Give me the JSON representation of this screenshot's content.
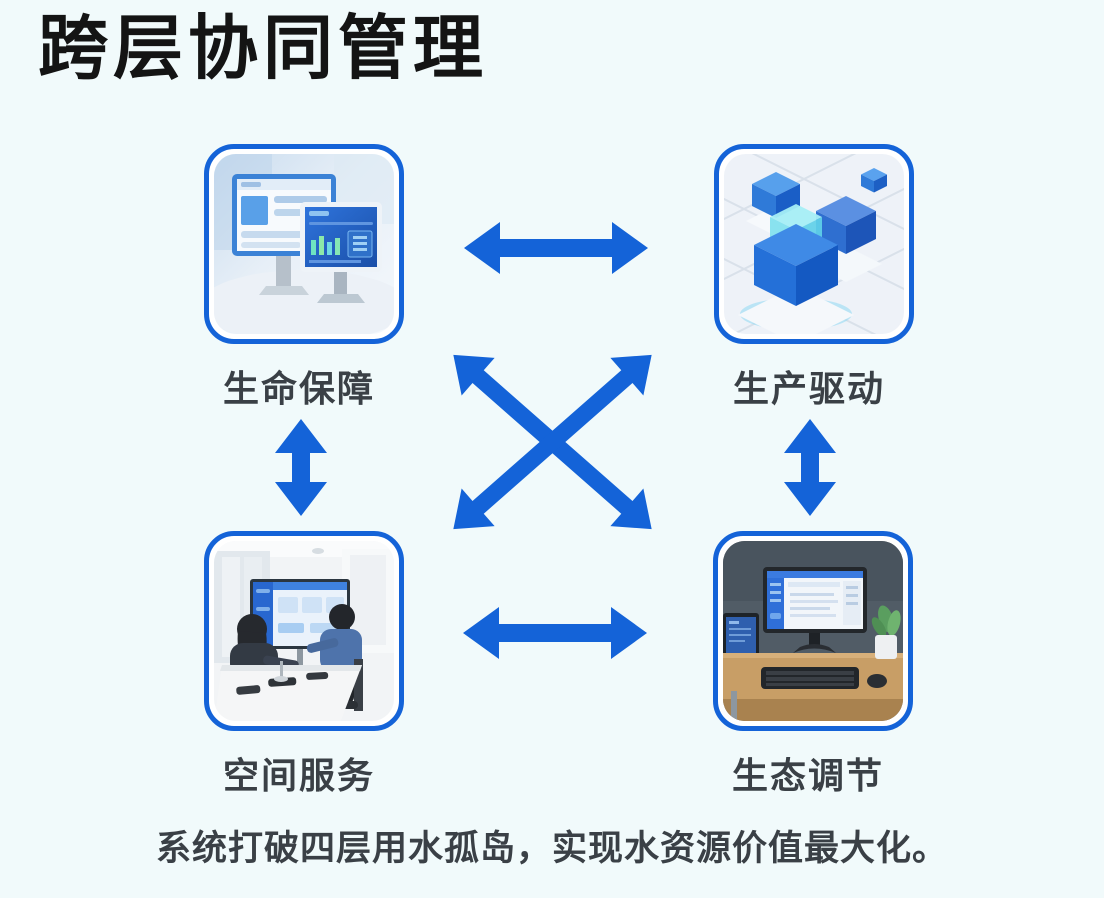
{
  "page": {
    "title": "跨层协同管理",
    "caption": "系统打破四层用水孤岛，实现水资源价值最大化。",
    "colors": {
      "background": "#f1fafb",
      "accent_blue": "#1463d8",
      "tile_border_blue": "#1463d8",
      "label_text": "#3a4046",
      "title_text": "#141414"
    }
  },
  "nodes": [
    {
      "id": "life-support",
      "label": "生命保障",
      "illustration": "dual-monitors-dashboard"
    },
    {
      "id": "production-drive",
      "label": "生产驱动",
      "illustration": "isometric-blue-cubes"
    },
    {
      "id": "space-service",
      "label": "空间服务",
      "illustration": "meeting-room-large-screen"
    },
    {
      "id": "ecology-regulation",
      "label": "生态调节",
      "illustration": "desktop-workstation"
    }
  ],
  "connectors": [
    {
      "id": "top-horizontal",
      "type": "double-headed-arrow",
      "between": [
        "生命保障",
        "生产驱动"
      ]
    },
    {
      "id": "bottom-horizontal",
      "type": "double-headed-arrow",
      "between": [
        "空间服务",
        "生态调节"
      ]
    },
    {
      "id": "left-vertical",
      "type": "double-headed-arrow",
      "between": [
        "生命保障",
        "空间服务"
      ]
    },
    {
      "id": "right-vertical",
      "type": "double-headed-arrow",
      "between": [
        "生产驱动",
        "生态调节"
      ]
    },
    {
      "id": "diagonal-tl-br",
      "type": "double-headed-arrow",
      "between": [
        "生命保障",
        "生态调节"
      ]
    },
    {
      "id": "diagonal-bl-tr",
      "type": "double-headed-arrow",
      "between": [
        "空间服务",
        "生产驱动"
      ]
    }
  ]
}
